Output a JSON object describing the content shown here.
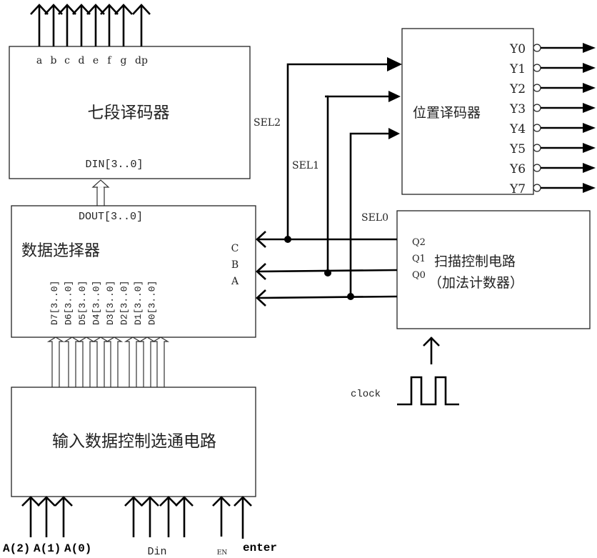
{
  "blocks": {
    "seven_seg_decoder": {
      "title": "七段译码器",
      "outputs": [
        "a",
        "b",
        "c",
        "d",
        "e",
        "f",
        "g",
        "dp"
      ],
      "input_label": "DIN[3..0]"
    },
    "multiplexer": {
      "title": "数据选择器",
      "output_label": "DOUT[3..0]",
      "select_inputs": [
        "C",
        "B",
        "A"
      ],
      "data_inputs": [
        "D7[3..0]",
        "D6[3..0]",
        "D5[3..0]",
        "D4[3..0]",
        "D3[3..0]",
        "D2[3..0]",
        "D1[3..0]",
        "D0[3..0]"
      ]
    },
    "input_control": {
      "title": "输入数据控制选通电路",
      "inputs": {
        "address": [
          "A(2)",
          "A(1)",
          "A(0)"
        ],
        "din_label": "Din",
        "en_label": "EN",
        "enter_label": "enter"
      }
    },
    "position_decoder": {
      "title": "位置译码器",
      "outputs": [
        "Y0",
        "Y1",
        "Y2",
        "Y3",
        "Y4",
        "Y5",
        "Y6",
        "Y7"
      ]
    },
    "scan_counter": {
      "title_line1": "扫描控制电路",
      "title_line2": "（加法计数器）",
      "outputs": [
        "Q2",
        "Q1",
        "Q0"
      ],
      "clock_label": "clock"
    }
  },
  "signals": {
    "sel2": "SEL2",
    "sel1": "SEL1",
    "sel0": "SEL0"
  }
}
